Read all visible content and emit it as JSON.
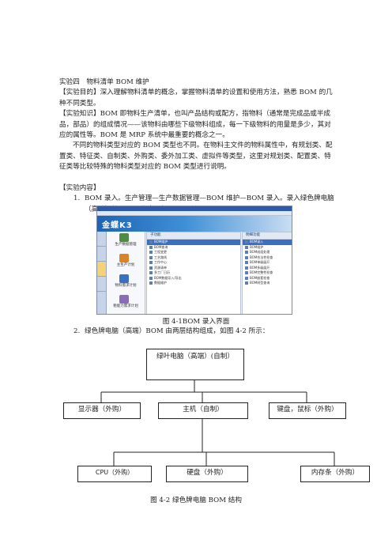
{
  "doc": {
    "heading": "实验四　物料清单 BOM 维护",
    "purpose": "【实验目的】深入理解物料清单的概念，掌握物料清单的设置和使用方法，熟悉 BOM 的几种不同类型。",
    "knowledge": "【实验知识】BOM 即物料生产清单，也叫产品结构或配方，指物料（通常是完成品或半成品，部品）的组成情况——该物料由哪些下级物料组成，每一下级物料的用量是多少，其对应的属性等。BOM 是 MRP 系统中最重要的概念之一。",
    "types": "不同的物料类型对应的 BOM 类型也不同。在物料主文件的物料属性中，有规划类、配置类、特征类、自制类、外购类、委外加工类、虚拟件等类型，这里对规划类、配置类、特征类等比较特殊的物料类型对应的 BOM 类型进行说明。",
    "content_title": "【实验内容】",
    "item1_num": "1.",
    "item1": "BOM 录入。生产管理—生产数据管理—BOM 维护—BOM 录入。录入绿色牌电脑（高端）的 BOM 信息。如图 4-1 所示。",
    "caption1": "图 4-1BOM 录入界面",
    "item2_num": "2.",
    "item2": "绿色牌电脑（高端）BOM 由两层结构组成，如图 4-2 所示：",
    "caption2": "图 4-2 绿色牌电脑 BOM 结构"
  },
  "screenshot": {
    "logo": "金蝶K3",
    "left_icons": [
      "生产数据管理",
      "主生产计划",
      "物料需求计划",
      "粗能力需求计划"
    ],
    "pane1_title": "子功能",
    "pane1_rows": [
      "BOM维护",
      "BOM查询",
      "工程变更",
      "工艺路线",
      "工作中心",
      "资源清单",
      "多工厂日历",
      "BOM数据导入/导出",
      "数据维护"
    ],
    "pane2_title": "明细功能",
    "pane2_rows": [
      "BOM录入",
      "BOM维护",
      "BOM成组处理",
      "BOM合法性检查",
      "BOM单级展开",
      "BOM多级展开",
      "BOM完整性检查",
      "BOM嵌套检查",
      "BOM树型查询"
    ]
  },
  "diagram": {
    "root": "绿叶电脑（高端）(自制）",
    "level1": [
      "显示器（外购）",
      "主机（自制）",
      "键盘，鼠标（外购）"
    ],
    "level2": [
      "CPU（外购）",
      "硬盘（外购）",
      "内存条（外购）"
    ]
  }
}
